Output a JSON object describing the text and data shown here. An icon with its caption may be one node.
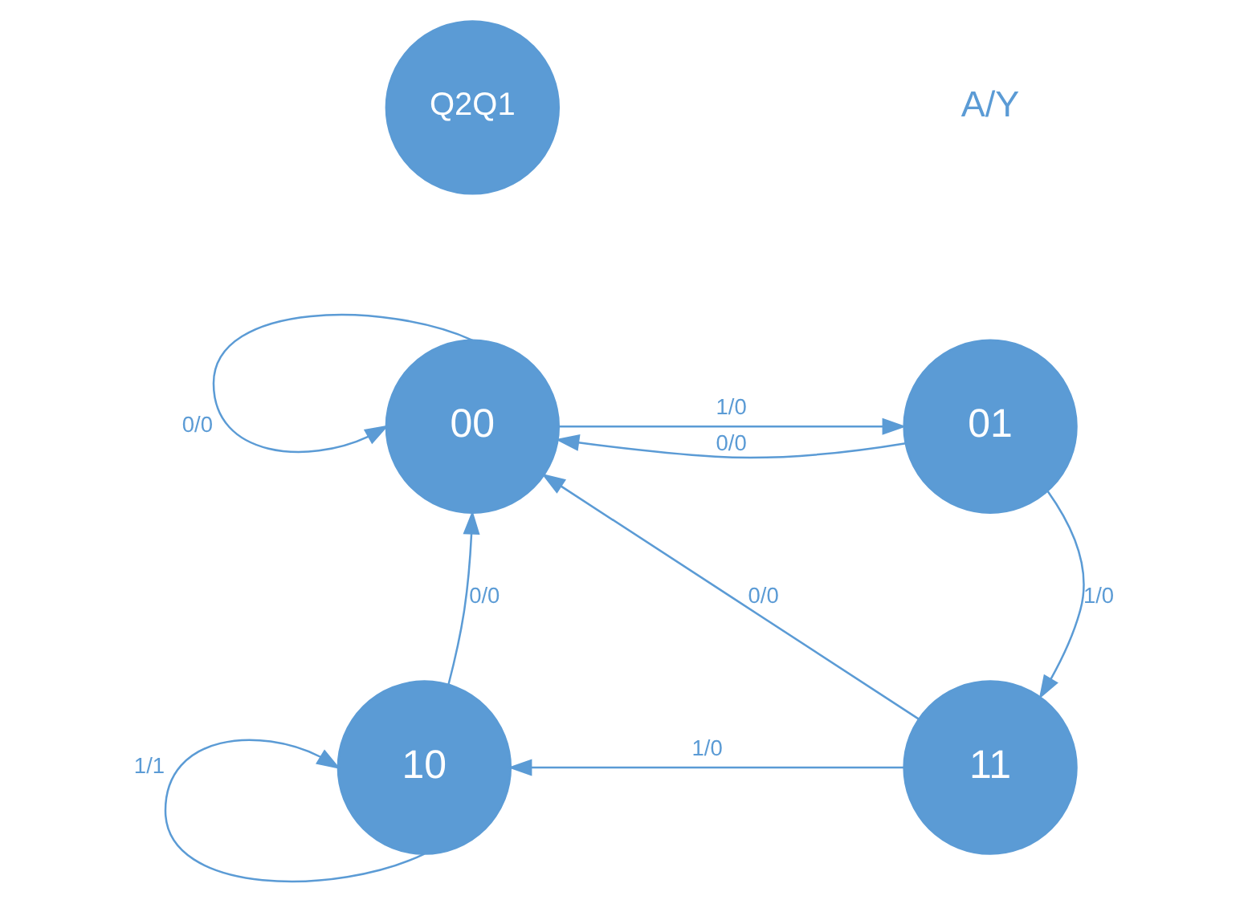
{
  "diagram": {
    "nodes": [
      {
        "text": [
          "Q2Q1"
        ]
      },
      {
        "text": [
          "00"
        ]
      },
      {
        "text": [
          "01"
        ]
      },
      {
        "text": [
          "10"
        ]
      },
      {
        "text": [
          "11"
        ]
      }
    ],
    "edges": [
      {
        "from": 1,
        "to": 1,
        "arrow": "to",
        "label": "0/0"
      },
      {
        "from": 1,
        "to": 2,
        "arrow": "to",
        "label": "1/0"
      },
      {
        "from": 2,
        "to": 1,
        "arrow": "to",
        "label": "0/0"
      },
      {
        "from": 2,
        "to": 4,
        "arrow": "to",
        "label": "1/0"
      },
      {
        "from": 4,
        "to": 1,
        "arrow": "to",
        "label": "0/0"
      },
      {
        "from": 4,
        "to": 3,
        "arrow": "to",
        "label": "1/0"
      },
      {
        "from": 3,
        "to": 1,
        "arrow": "to",
        "label": "0/0"
      },
      {
        "from": 3,
        "to": 3,
        "arrow": "to",
        "label": "1/1"
      }
    ],
    "legend": [
      {
        "text": "A/Y"
      }
    ]
  }
}
